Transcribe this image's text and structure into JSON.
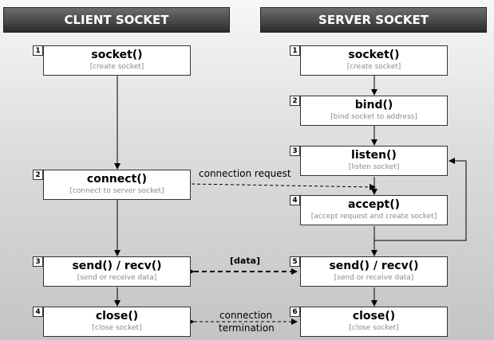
{
  "client": {
    "header": "CLIENT SOCKET",
    "steps": [
      {
        "num": "1",
        "title": "socket()",
        "sub": "[create socket]"
      },
      {
        "num": "2",
        "title": "connect()",
        "sub": "[connect to server socket]"
      },
      {
        "num": "3",
        "title": "send() / recv()",
        "sub": "[send or receive data]"
      },
      {
        "num": "4",
        "title": "close()",
        "sub": "[close socket]"
      }
    ]
  },
  "server": {
    "header": "SERVER SOCKET",
    "steps": [
      {
        "num": "1",
        "title": "socket()",
        "sub": "[create socket]"
      },
      {
        "num": "2",
        "title": "bind()",
        "sub": "[bind socket to address]"
      },
      {
        "num": "3",
        "title": "listen()",
        "sub": "[listen socket]"
      },
      {
        "num": "4",
        "title": "accept()",
        "sub": "[accept request and create socket]"
      },
      {
        "num": "5",
        "title": "send() / recv()",
        "sub": "[send or receive data]"
      },
      {
        "num": "6",
        "title": "close()",
        "sub": "[close socket]"
      }
    ]
  },
  "links": {
    "connection_request": "connection request",
    "data": "[data]",
    "termination_line1": "connection",
    "termination_line2": "termination"
  },
  "colors": {
    "header_bg": "#3a3a3a",
    "box_border": "#333333",
    "sub_text": "#8a8a8a"
  }
}
